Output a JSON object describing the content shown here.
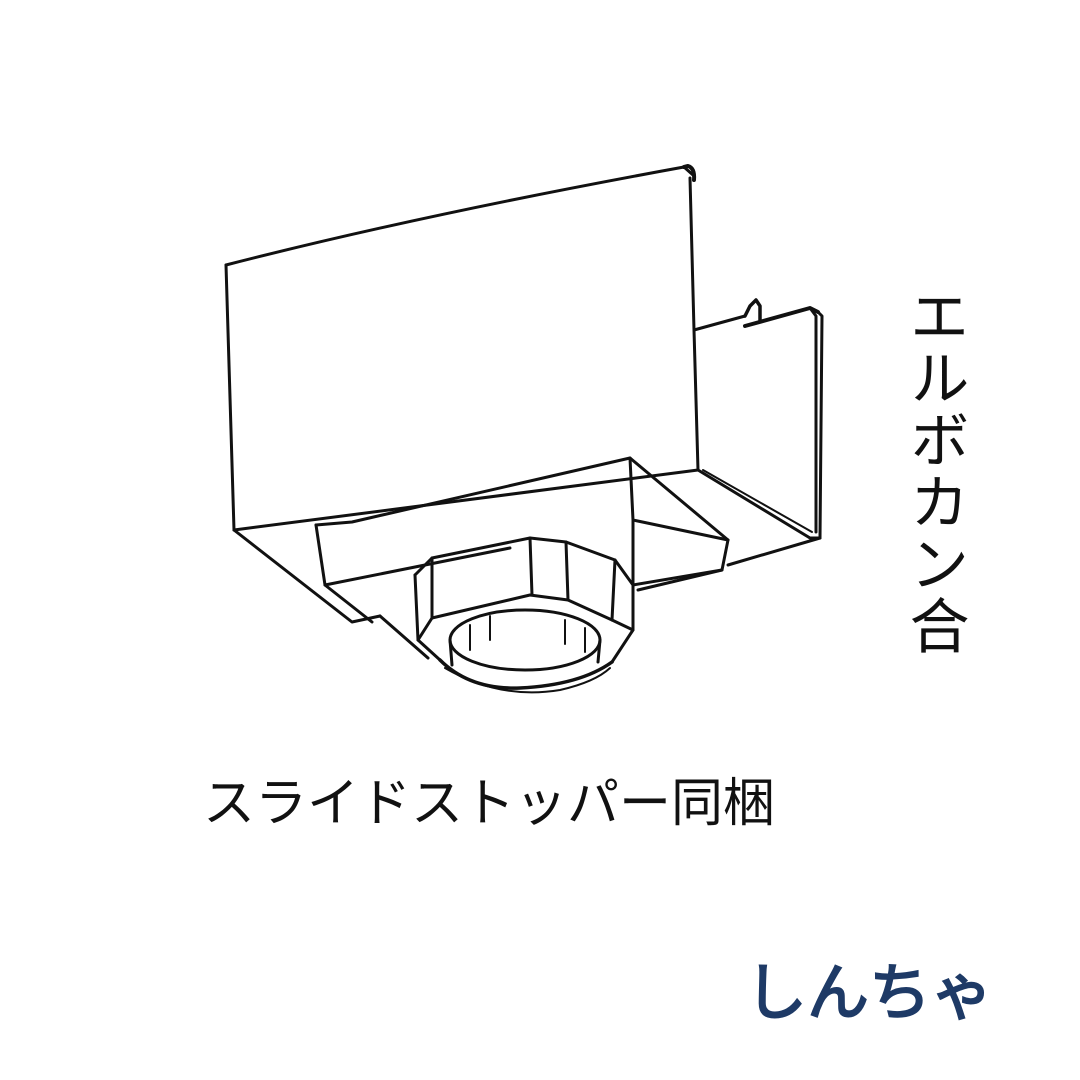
{
  "product": {
    "name_vertical": "エルボカン合",
    "caption": "スライドストッパー同梱",
    "illustration": "gutter-elbow-fitting-line-drawing"
  },
  "brand": {
    "name": "しんちゃ",
    "color": "#1e3a66"
  },
  "colors": {
    "background": "#ffffff",
    "line": "#111111",
    "text": "#111111"
  }
}
